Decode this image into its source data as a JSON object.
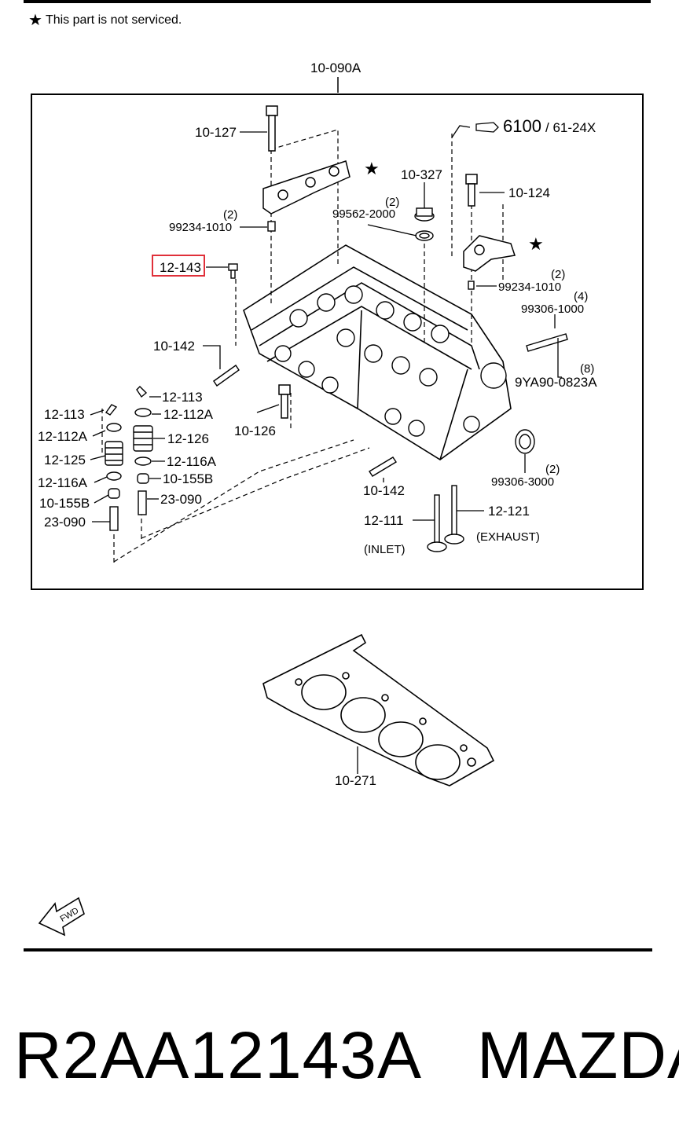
{
  "note": {
    "icon": "star-icon",
    "text": "This part is not serviced."
  },
  "assembly_label": "10-090A",
  "highlight_color": "#e0303a",
  "callouts": {
    "c10127": "10-127",
    "c10327": "10-327",
    "c6100": "6100",
    "c6124x": "/ 61-24X",
    "c10124": "10-124",
    "q2a": "(2)",
    "c99234a": "99234-1010",
    "q2b": "(2)",
    "c99562": "99562-2000",
    "c12143": "12-143",
    "q2c": "(2)",
    "c99234b": "99234-1010",
    "q4": "(4)",
    "c99306a": "99306-1000",
    "c10142a": "10-142",
    "q8": "(8)",
    "c9ya90": "9YA90-0823A",
    "c12113a": "12-113",
    "c12113b": "12-113",
    "c12112a1": "12-112A",
    "c12112a2": "12-112A",
    "c12126": "12-126",
    "c10126": "10-126",
    "c12125": "12-125",
    "c12116a1": "12-116A",
    "c12116a2": "12-116A",
    "c10155b1": "10-155B",
    "c10155b2": "10-155B",
    "c23090a": "23-090",
    "c23090b": "23-090",
    "q2d": "(2)",
    "c99306b": "99306-3000",
    "c10142b": "10-142",
    "c12111": "12-111",
    "c12121": "12-121",
    "inlet": "(INLET)",
    "exhaust": "(EXHAUST)",
    "c10271": "10-271"
  },
  "fwd_label": "FWD",
  "footer": {
    "part_number": "R2AA12143A",
    "brand": "MAZDA"
  }
}
